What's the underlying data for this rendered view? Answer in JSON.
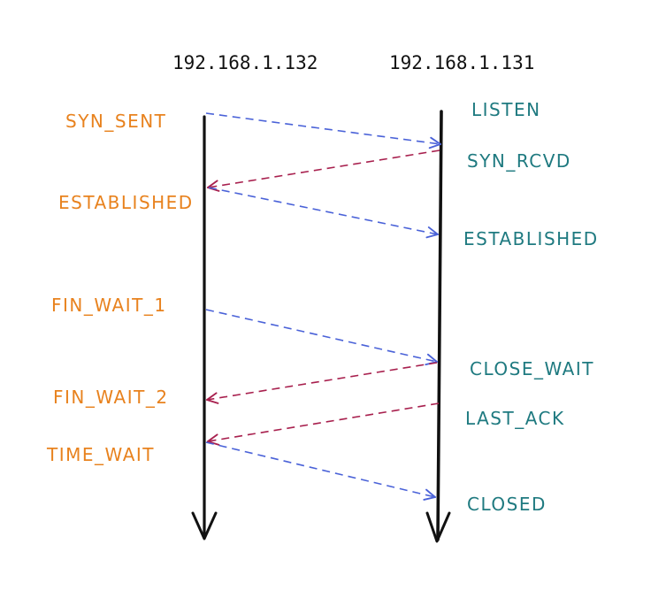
{
  "hosts": {
    "left": "192.168.1.132",
    "right": "192.168.1.131"
  },
  "left_states": {
    "syn_sent": "SYN_SENT",
    "established": "ESTABLISHED",
    "fin_wait_1": "FIN_WAIT_1",
    "fin_wait_2": "FIN_WAIT_2",
    "time_wait": "TIME_WAIT"
  },
  "right_states": {
    "listen": "LISTEN",
    "syn_rcvd": "SYN_RCVD",
    "established": "ESTABLISHED",
    "close_wait": "CLOSE_WAIT",
    "last_ack": "LAST_ACK",
    "closed": "CLOSED"
  },
  "colors": {
    "left_state": "#e8821e",
    "right_state": "#1f7a80",
    "timeline": "#111111",
    "arrow_to_right": "#4a62d8",
    "arrow_to_left": "#a8204e"
  }
}
